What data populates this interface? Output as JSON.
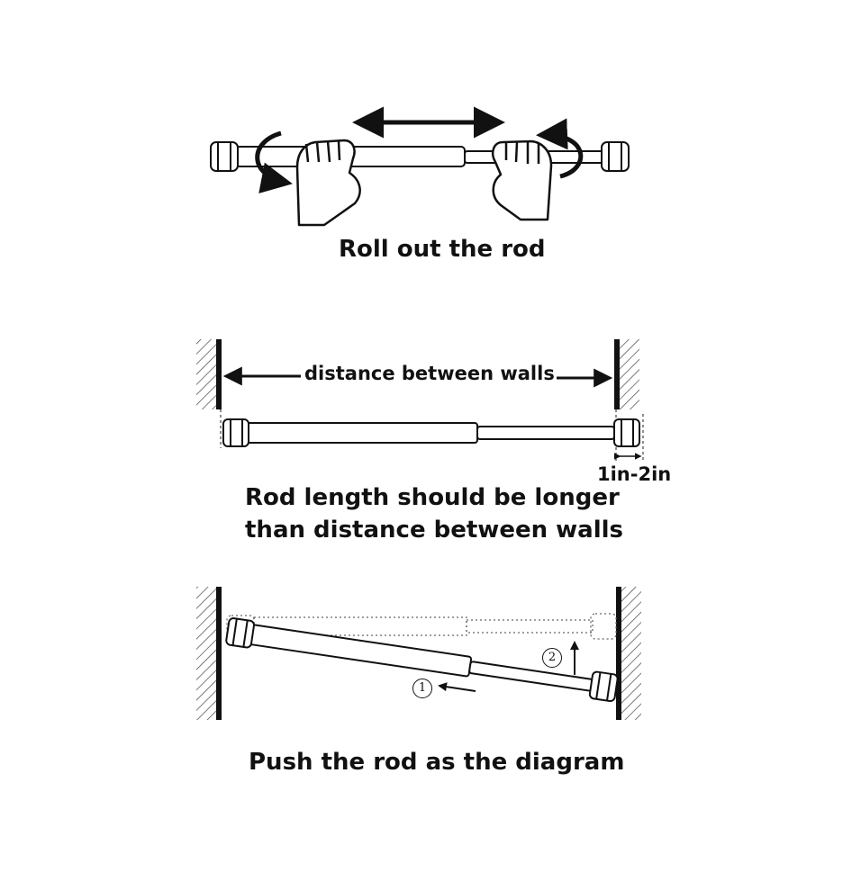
{
  "steps": [
    {
      "caption": "Roll out the rod"
    },
    {
      "caption_line1": "Rod length should be longer",
      "caption_line2": "than distance between walls",
      "distance_label": "distance between walls",
      "gap_label": "1in-2in"
    },
    {
      "caption": "Push the rod as the diagram",
      "marker_1": "①",
      "marker_2": "②"
    }
  ],
  "colors": {
    "ink": "#111111",
    "rod": "#ffffff"
  },
  "icons": [
    "hand-icon",
    "rotate-arrow-icon",
    "double-arrow-icon",
    "wall-hatch-icon",
    "up-arrow-icon",
    "left-arrow-icon"
  ]
}
